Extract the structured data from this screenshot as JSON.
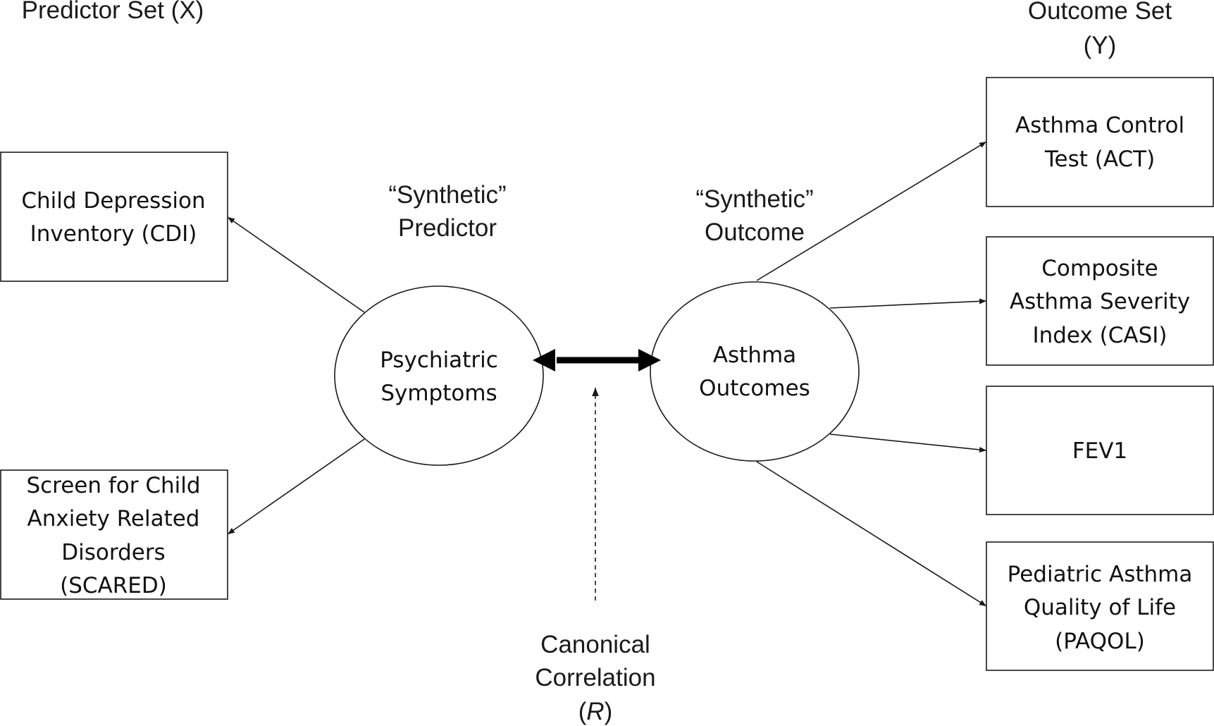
{
  "headers": {
    "predictor_set": "Predictor Set (X)",
    "outcome_set": [
      "Outcome Set",
      "(Y)"
    ]
  },
  "synthetic_predictor": [
    "“Synthetic”",
    "Predictor"
  ],
  "synthetic_outcome": [
    "“Synthetic”",
    "Outcome"
  ],
  "predictor_boxes": [
    {
      "lines": [
        "Child Depression",
        "Inventory (CDI)"
      ]
    },
    {
      "lines": [
        "Screen for Child",
        "Anxiety Related",
        "Disorders",
        "(SCARED)"
      ]
    }
  ],
  "outcome_boxes": [
    {
      "lines": [
        "Asthma Control",
        "Test (ACT)"
      ]
    },
    {
      "lines": [
        "Composite",
        "Asthma Severity",
        "Index (CASI)"
      ]
    },
    {
      "lines": [
        "FEV1"
      ]
    },
    {
      "lines": [
        "Pediatric Asthma",
        "Quality of Life",
        "(PAQOL)"
      ]
    }
  ],
  "predictor_ellipse": [
    "Psychiatric",
    "Symptoms"
  ],
  "outcome_ellipse": [
    "Asthma",
    "Outcomes"
  ],
  "canonical_label": {
    "lines": [
      "Canonical",
      "Correlation"
    ],
    "symbol": "R"
  }
}
